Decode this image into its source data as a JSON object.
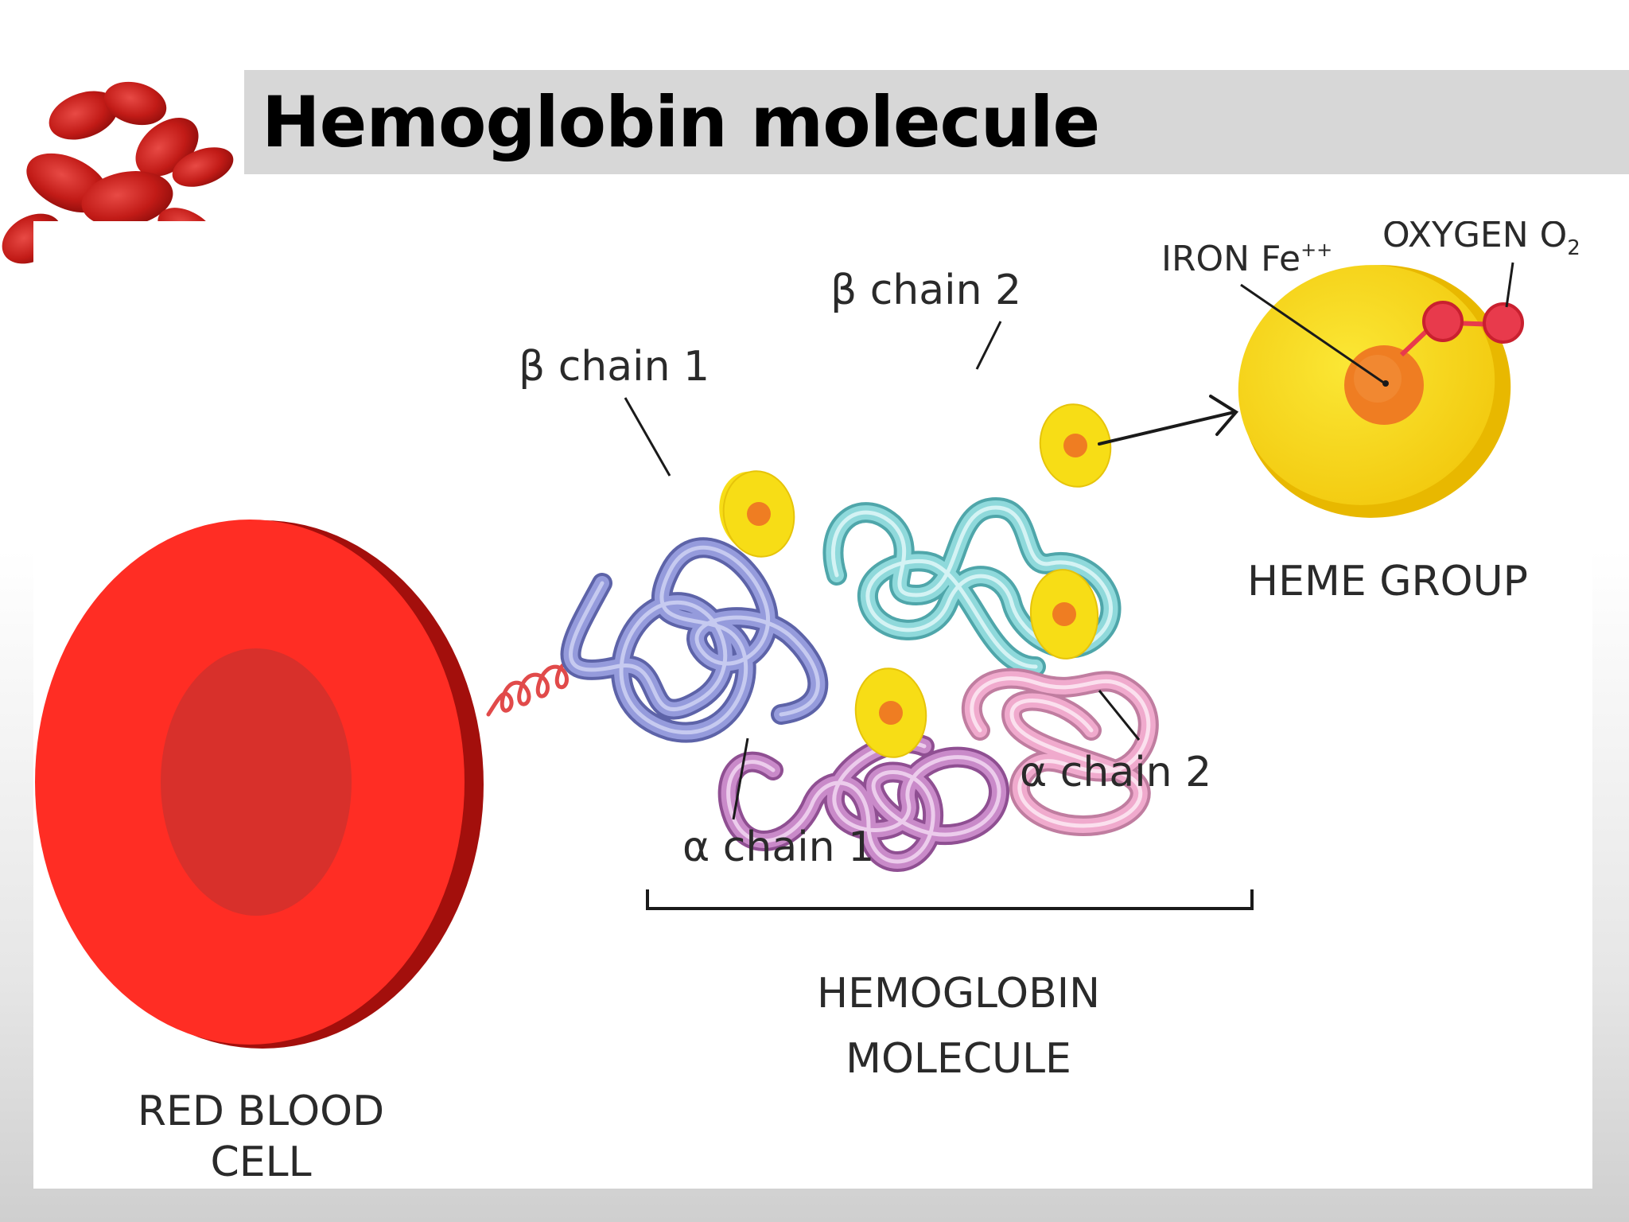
{
  "slide": {
    "title": "Hemoglobin molecule"
  },
  "diagram": {
    "labels": {
      "beta_chain_1": "β  chain 1",
      "beta_chain_2": "β  chain 2",
      "alpha_chain_1": "α  chain 1",
      "alpha_chain_2": "α  chain 2",
      "iron": "IRON Fe",
      "iron_sup": "++",
      "oxygen": "OXYGEN O",
      "oxygen_sub": "2",
      "heme_group": "HEME GROUP",
      "hemoglobin_line1": "HEMOGLOBIN",
      "hemoglobin_line2": "MOLECULE",
      "rbc_line1": "RED BLOOD",
      "rbc_line2": "CELL"
    },
    "colors": {
      "blood_red": "#e8221c",
      "beta_chain_1": "#8e95d6",
      "beta_chain_2": "#8fd9db",
      "alpha_chain_1": "#c98ac9",
      "alpha_chain_2": "#f0aacd",
      "heme_yellow": "#f7dd16",
      "iron_orange": "#ef7d22",
      "oxygen_red": "#e83a4c"
    }
  }
}
